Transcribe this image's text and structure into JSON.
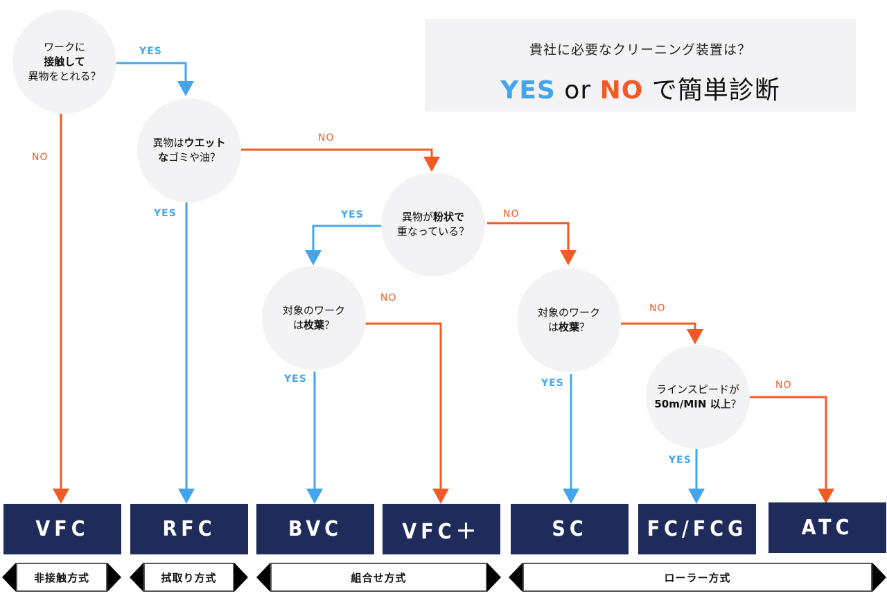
{
  "title": {
    "subtitle": "貴社に必要なクリーニング装置は？",
    "main_yes": "YES",
    "main_or": " or ",
    "main_no": "NO",
    "main_rest": " で簡単診断"
  },
  "colors": {
    "yes": "#42a5ee",
    "no": "#f15a24",
    "node_bg": "#f3f3f5",
    "product_bg": "#1f2b5a"
  },
  "nodes": [
    {
      "id": "q1",
      "lines": [
        [
          "ワークに",
          ""
        ],
        [
          "",
          "接触して"
        ],
        [
          "異物をとれる？",
          ""
        ]
      ]
    },
    {
      "id": "q2",
      "lines": [
        [
          "異物は",
          "ウエット"
        ],
        [
          "",
          "な",
          "ゴミや油？"
        ]
      ]
    },
    {
      "id": "q3",
      "lines": [
        [
          "異物が",
          "粉状で"
        ],
        [
          "重なっている？",
          ""
        ]
      ]
    },
    {
      "id": "q4",
      "lines": [
        [
          "対象のワーク",
          ""
        ],
        [
          "は",
          "枚葉",
          "？"
        ]
      ]
    },
    {
      "id": "q5",
      "lines": [
        [
          "対象のワーク",
          ""
        ],
        [
          "は",
          "枚葉",
          "？"
        ]
      ]
    },
    {
      "id": "q6",
      "lines": [
        [
          "ラインスピードが",
          ""
        ],
        [
          "",
          "50m/MIN 以上",
          "？"
        ]
      ]
    }
  ],
  "node_text": {
    "q1_l1": "ワークに",
    "q1_l2b": "接触して",
    "q1_l3": "異物をとれる？",
    "q2_l1a": "異物は",
    "q2_l1b": "ウエット",
    "q2_l2b": "な",
    "q2_l2a": "ゴミや油？",
    "q3_l1a": "異物が",
    "q3_l1b": "粉状で",
    "q3_l2": "重なっている？",
    "q4_l1": "対象のワーク",
    "q4_l2a": "は",
    "q4_l2b": "枚葉",
    "q4_l2c": "？",
    "q5_l1": "対象のワーク",
    "q5_l2a": "は",
    "q5_l2b": "枚葉",
    "q5_l2c": "？",
    "q6_l1": "ラインスピードが",
    "q6_l2b": "50m/MIN 以上",
    "q6_l2c": "？"
  },
  "edge_labels": {
    "yes": "YES",
    "no": "NO"
  },
  "products": [
    "VFC",
    "RFC",
    "BVC",
    "VFC＋",
    "SC",
    "FC/FCG",
    "ATC"
  ],
  "categories": [
    "非接触方式",
    "拭取り方式",
    "組合せ方式",
    "ローラー方式"
  ]
}
